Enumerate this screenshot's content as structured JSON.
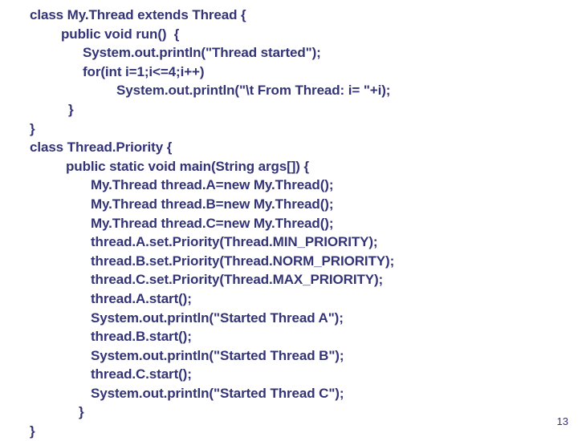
{
  "slide": {
    "page_number": "13",
    "text_color": "#333377",
    "background_color": "#ffffff",
    "code_lines": [
      {
        "indent": "ind-0",
        "text": "class My.Thread extends Thread {"
      },
      {
        "indent": "ind-1",
        "text": "public void run()  {"
      },
      {
        "indent": "ind-2",
        "text": "System.out.println(\"Thread started\");"
      },
      {
        "indent": "ind-2",
        "text": "for(int i=1;i<=4;i++)"
      },
      {
        "indent": "ind-3",
        "text": "System.out.println(\"\\t From Thread: i= \"+i);"
      },
      {
        "indent": "ind-b1",
        "text": "}"
      },
      {
        "indent": "ind-0",
        "text": "}"
      },
      {
        "indent": "ind-0",
        "text": "class Thread.Priority {"
      },
      {
        "indent": "ind-m",
        "text": "public static void main(String args[]) {"
      },
      {
        "indent": "ind-mb",
        "text": "My.Thread thread.A=new My.Thread();"
      },
      {
        "indent": "ind-mb",
        "text": "My.Thread thread.B=new My.Thread();"
      },
      {
        "indent": "ind-mb",
        "text": "My.Thread thread.C=new My.Thread();"
      },
      {
        "indent": "ind-mb",
        "text": "thread.A.set.Priority(Thread.MIN_PRIORITY);"
      },
      {
        "indent": "ind-mb",
        "text": "thread.B.set.Priority(Thread.NORM_PRIORITY);"
      },
      {
        "indent": "ind-mb",
        "text": "thread.C.set.Priority(Thread.MAX_PRIORITY);"
      },
      {
        "indent": "ind-mb",
        "text": "thread.A.start();"
      },
      {
        "indent": "ind-mb",
        "text": "System.out.println(\"Started Thread A\");"
      },
      {
        "indent": "ind-mb",
        "text": "thread.B.start();"
      },
      {
        "indent": "ind-mb",
        "text": "System.out.println(\"Started Thread B\");"
      },
      {
        "indent": "ind-mb",
        "text": "thread.C.start();"
      },
      {
        "indent": "ind-mb",
        "text": "System.out.println(\"Started Thread C\");"
      },
      {
        "indent": "ind-mc",
        "text": "}"
      },
      {
        "indent": "ind-0",
        "text": "}"
      }
    ]
  }
}
